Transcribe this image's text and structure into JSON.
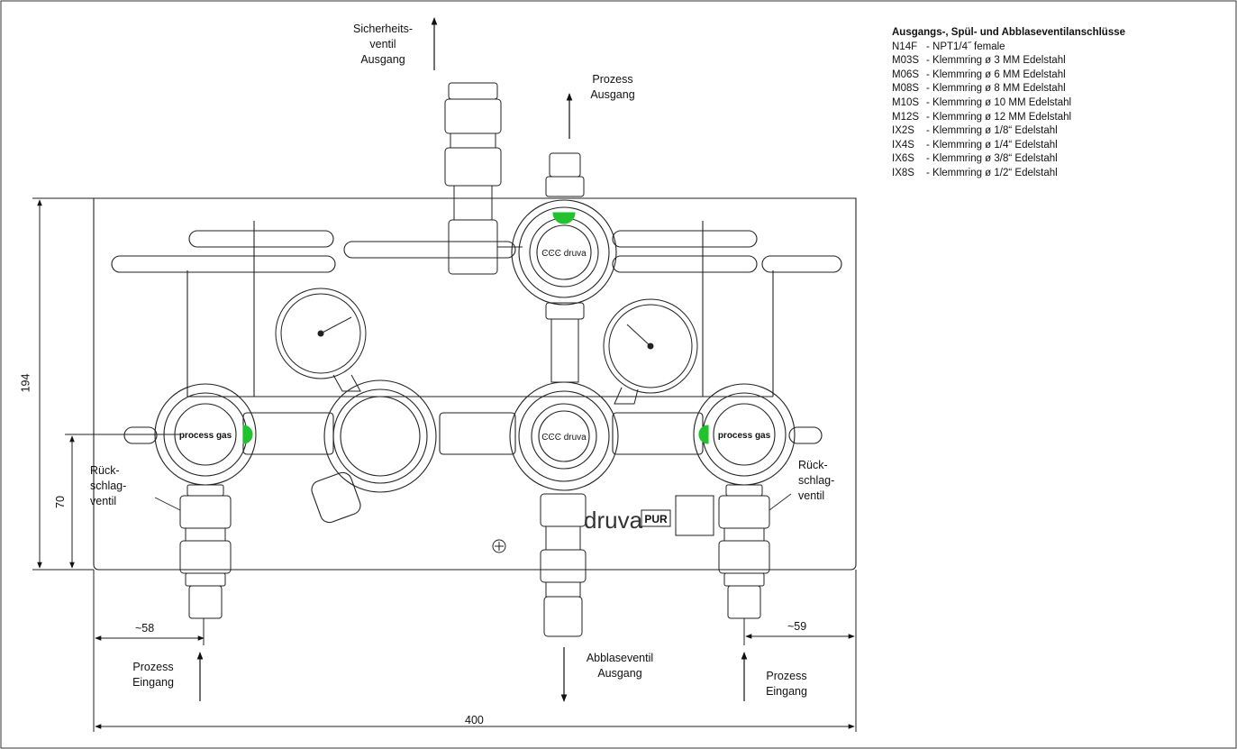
{
  "labels": {
    "safety_valve": [
      "Sicherheits-",
      "ventil",
      "Ausgang"
    ],
    "process_out": [
      "Prozess",
      "Ausgang"
    ],
    "check_valve_left": [
      "Rück-",
      "schlag-",
      "ventil"
    ],
    "check_valve_right": [
      "Rück-",
      "schlag-",
      "ventil"
    ],
    "process_in_left": [
      "Prozess",
      "Eingang"
    ],
    "process_in_right": [
      "Prozess",
      "Eingang"
    ],
    "vent_out": [
      "Abblaseventil",
      "Ausgang"
    ]
  },
  "dimensions": {
    "height": "194",
    "inlet_height": "70",
    "left_offset": "~58",
    "right_offset": "~59",
    "width": "400"
  },
  "components": {
    "knob_left": "process gas",
    "knob_right": "process gas",
    "brand_top": "druva",
    "brand_center": "druva",
    "plate_brand": "druva",
    "plate_badge": "PUR"
  },
  "legend": {
    "title": "Ausgangs-, Spül- und Abblaseventilanschlüsse",
    "items": [
      {
        "code": "N14F",
        "desc": "- NPT1/4˝ female"
      },
      {
        "code": "M03S",
        "desc": "- Klemmring ø 3 MM Edelstahl"
      },
      {
        "code": "M06S",
        "desc": "- Klemmring ø 6 MM Edelstahl"
      },
      {
        "code": "M08S",
        "desc": "- Klemmring ø 8 MM Edelstahl"
      },
      {
        "code": "M10S",
        "desc": "- Klemmring ø 10 MM Edelstahl"
      },
      {
        "code": "M12S",
        "desc": "- Klemmring ø 12 MM Edelstahl"
      },
      {
        "code": "IX2S",
        "desc": "- Klemmring ø 1/8“ Edelstahl"
      },
      {
        "code": "IX4S",
        "desc": "- Klemmring ø 1/4“ Edelstahl"
      },
      {
        "code": "IX6S",
        "desc": "- Klemmring ø 3/8“ Edelstahl"
      },
      {
        "code": "IX8S",
        "desc": "- Klemmring ø 1/2“ Edelstahl"
      }
    ]
  },
  "colors": {
    "indicator": "#22c22e",
    "line": "#222222"
  }
}
